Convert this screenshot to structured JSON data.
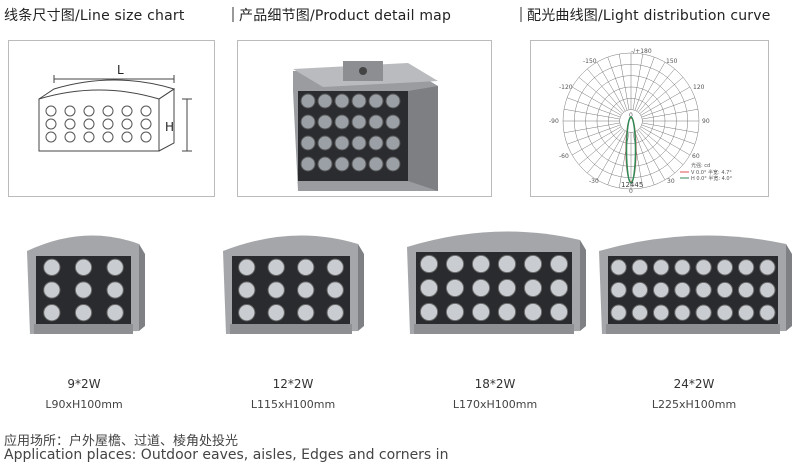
{
  "sections": [
    {
      "title": "线条尺寸图/Line size chart"
    },
    {
      "title": "产品细节图/Product detail map"
    },
    {
      "title": "配光曲线图/Light distribution curve"
    }
  ],
  "line_size": {
    "length_label": "L",
    "height_label": "H"
  },
  "light_curve": {
    "angle_labels": {
      "top": "-/+180",
      "n150": "-150",
      "p150": "150",
      "n120": "-120",
      "p120": "120",
      "n90": "-90",
      "p90": "90",
      "n60": "-60",
      "p60": "60",
      "n30": "-30",
      "p30": "30",
      "bottom": "0",
      "center": "0"
    },
    "peak_value": "12445",
    "unit_label": "光强: cd",
    "legend": [
      {
        "label": "V 0.0°  半宽: 4.7°",
        "color": "#d9534f"
      },
      {
        "label": "H 0.0°  半宽: 4.0°",
        "color": "#2e8b57"
      }
    ]
  },
  "products": [
    {
      "power": "9*2W",
      "size": "L90xH100mm",
      "rows": 3,
      "cols": 3
    },
    {
      "power": "12*2W",
      "size": "L115xH100mm",
      "rows": 3,
      "cols": 4
    },
    {
      "power": "18*2W",
      "size": "L170xH100mm",
      "rows": 3,
      "cols": 6
    },
    {
      "power": "24*2W",
      "size": "L225xH100mm",
      "rows": 3,
      "cols": 8
    }
  ],
  "application": {
    "zh": "应用场所：户外屋檐、过道、棱角处投光",
    "en": "Application places: Outdoor eaves, aisles, Edges and corners in"
  }
}
